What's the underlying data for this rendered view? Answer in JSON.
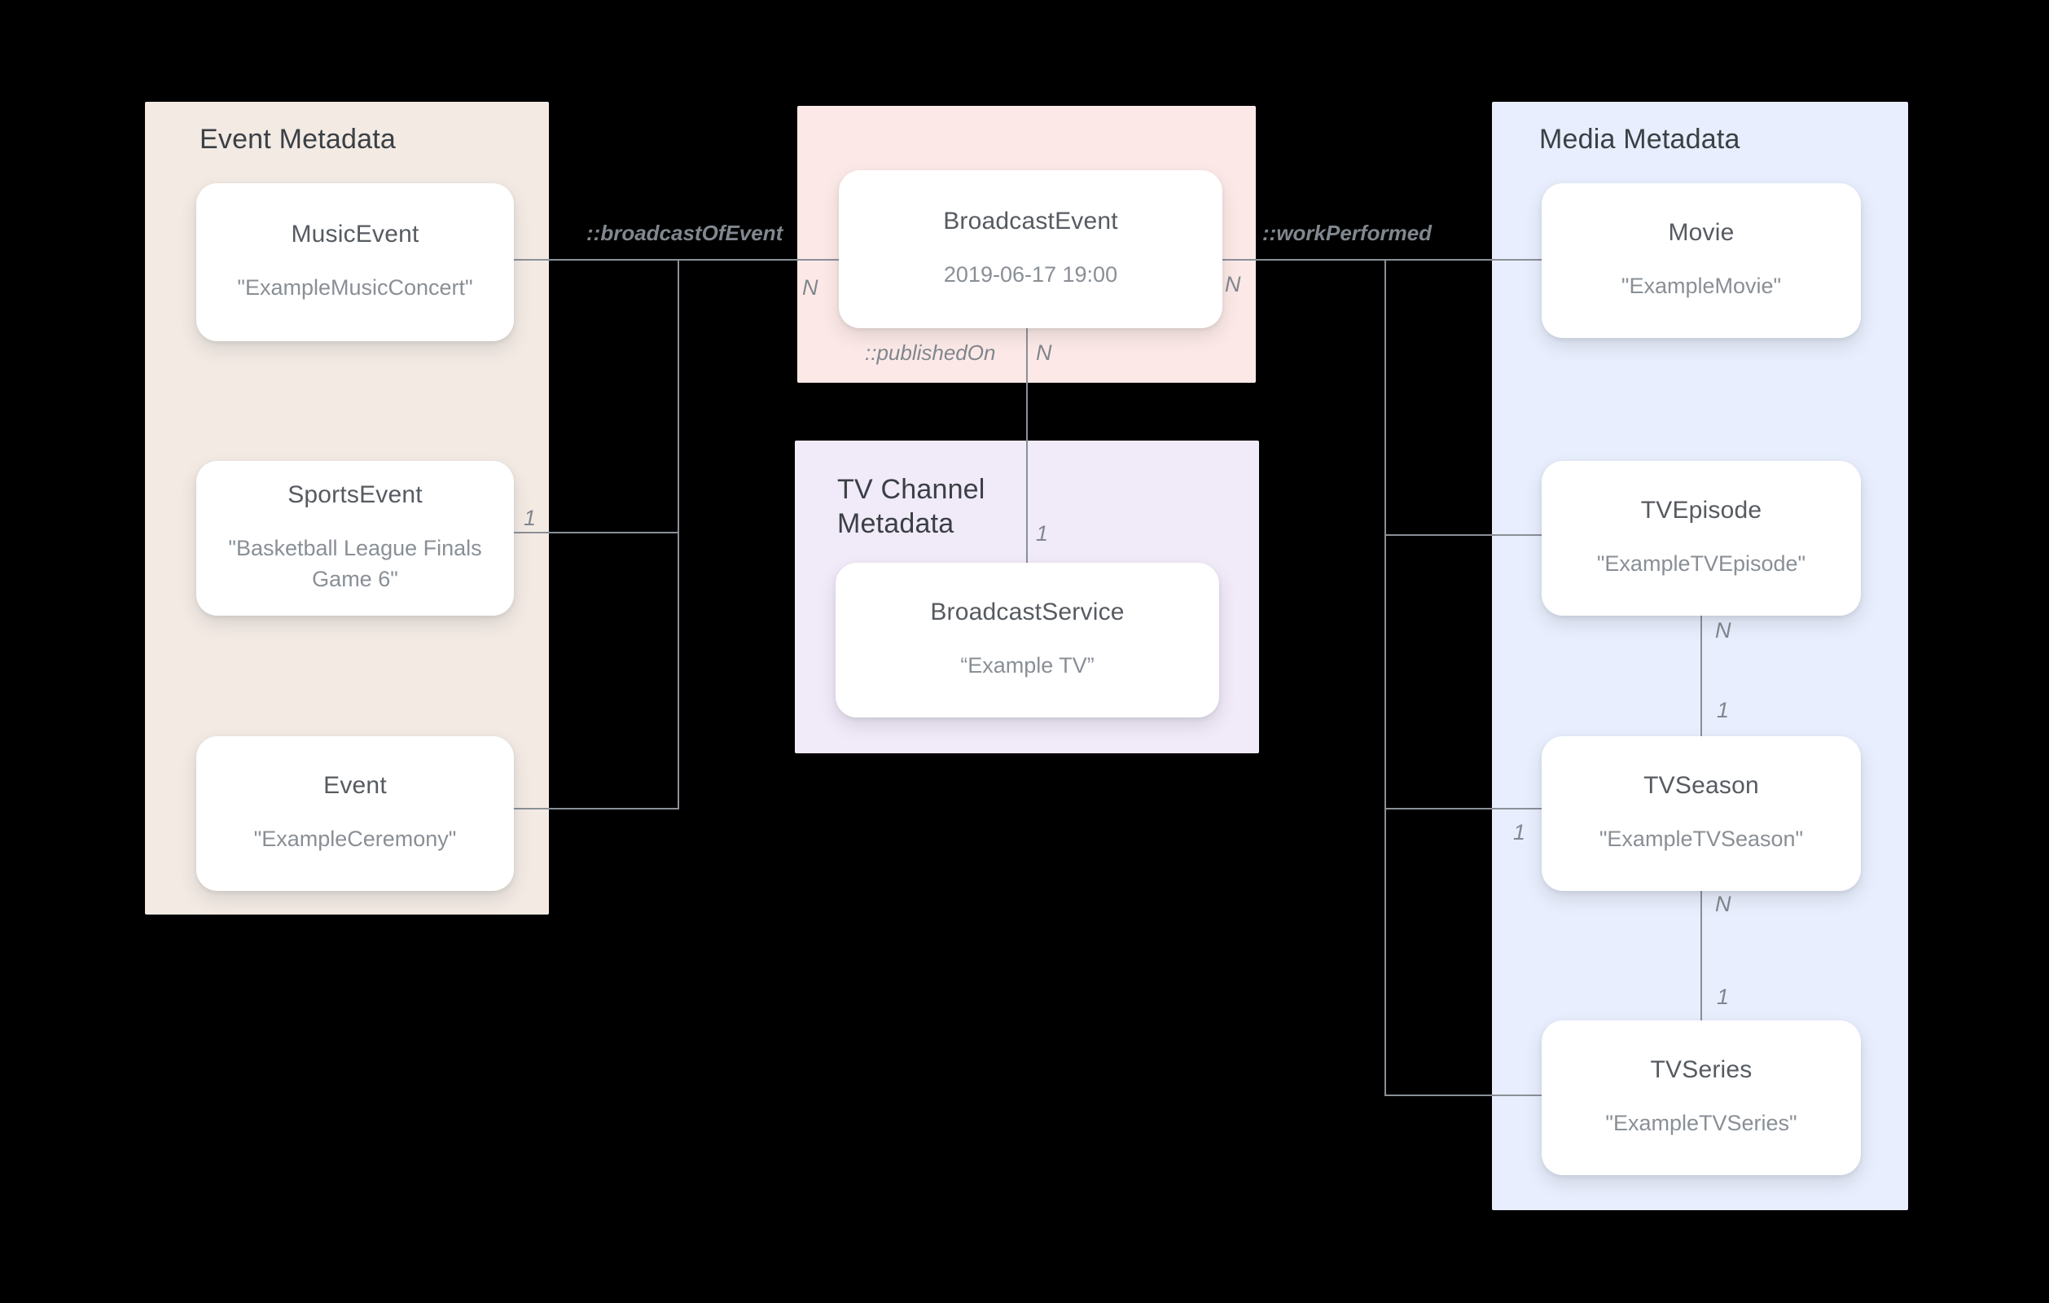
{
  "diagram": {
    "panels": {
      "event": {
        "title": "Event Metadata"
      },
      "broadcast": {
        "title": ""
      },
      "tv_channel": {
        "title": "TV Channel Metadata"
      },
      "media": {
        "title": "Media Metadata"
      }
    },
    "nodes": {
      "music_event": {
        "title": "MusicEvent",
        "value": "\"ExampleMusicConcert\""
      },
      "sports_event": {
        "title": "SportsEvent",
        "value": "\"Basketball League Finals Game 6\""
      },
      "event": {
        "title": "Event",
        "value": "\"ExampleCeremony\""
      },
      "broadcast_event": {
        "title": "BroadcastEvent",
        "value": "2019-06-17 19:00"
      },
      "broadcast_service": {
        "title": "BroadcastService",
        "value": "“Example TV”"
      },
      "movie": {
        "title": "Movie",
        "value": "\"ExampleMovie\""
      },
      "tv_episode": {
        "title": "TVEpisode",
        "value": "\"ExampleTVEpisode\""
      },
      "tv_season": {
        "title": "TVSeason",
        "value": "\"ExampleTVSeason\""
      },
      "tv_series": {
        "title": "TVSeries",
        "value": "\"ExampleTVSeries\""
      }
    },
    "relations": {
      "broadcast_of_event": "::broadcastOfEvent",
      "work_performed": "::workPerformed",
      "published_on": "::publishedOn"
    },
    "cardinalities": {
      "events_to_broadcast_n": "N",
      "sports_event_1": "1",
      "published_on_n": "N",
      "broadcast_service_1": "1",
      "work_performed_n": "N",
      "tv_season_left_1": "1",
      "episode_to_season_n": "N",
      "episode_to_season_1": "1",
      "season_to_series_n": "N",
      "season_to_series_1": "1"
    },
    "colors": {
      "background": "#000000",
      "event_panel": "#F3EAE4",
      "broadcast_panel": "#FCE9E7",
      "tv_panel": "#F1EAF9",
      "media_panel": "#E8EEFD",
      "line": "#8A9097",
      "header_text": "#3B4045",
      "node_title": "#565B61",
      "node_value": "#898F96",
      "relation_label": "#81878E"
    }
  }
}
